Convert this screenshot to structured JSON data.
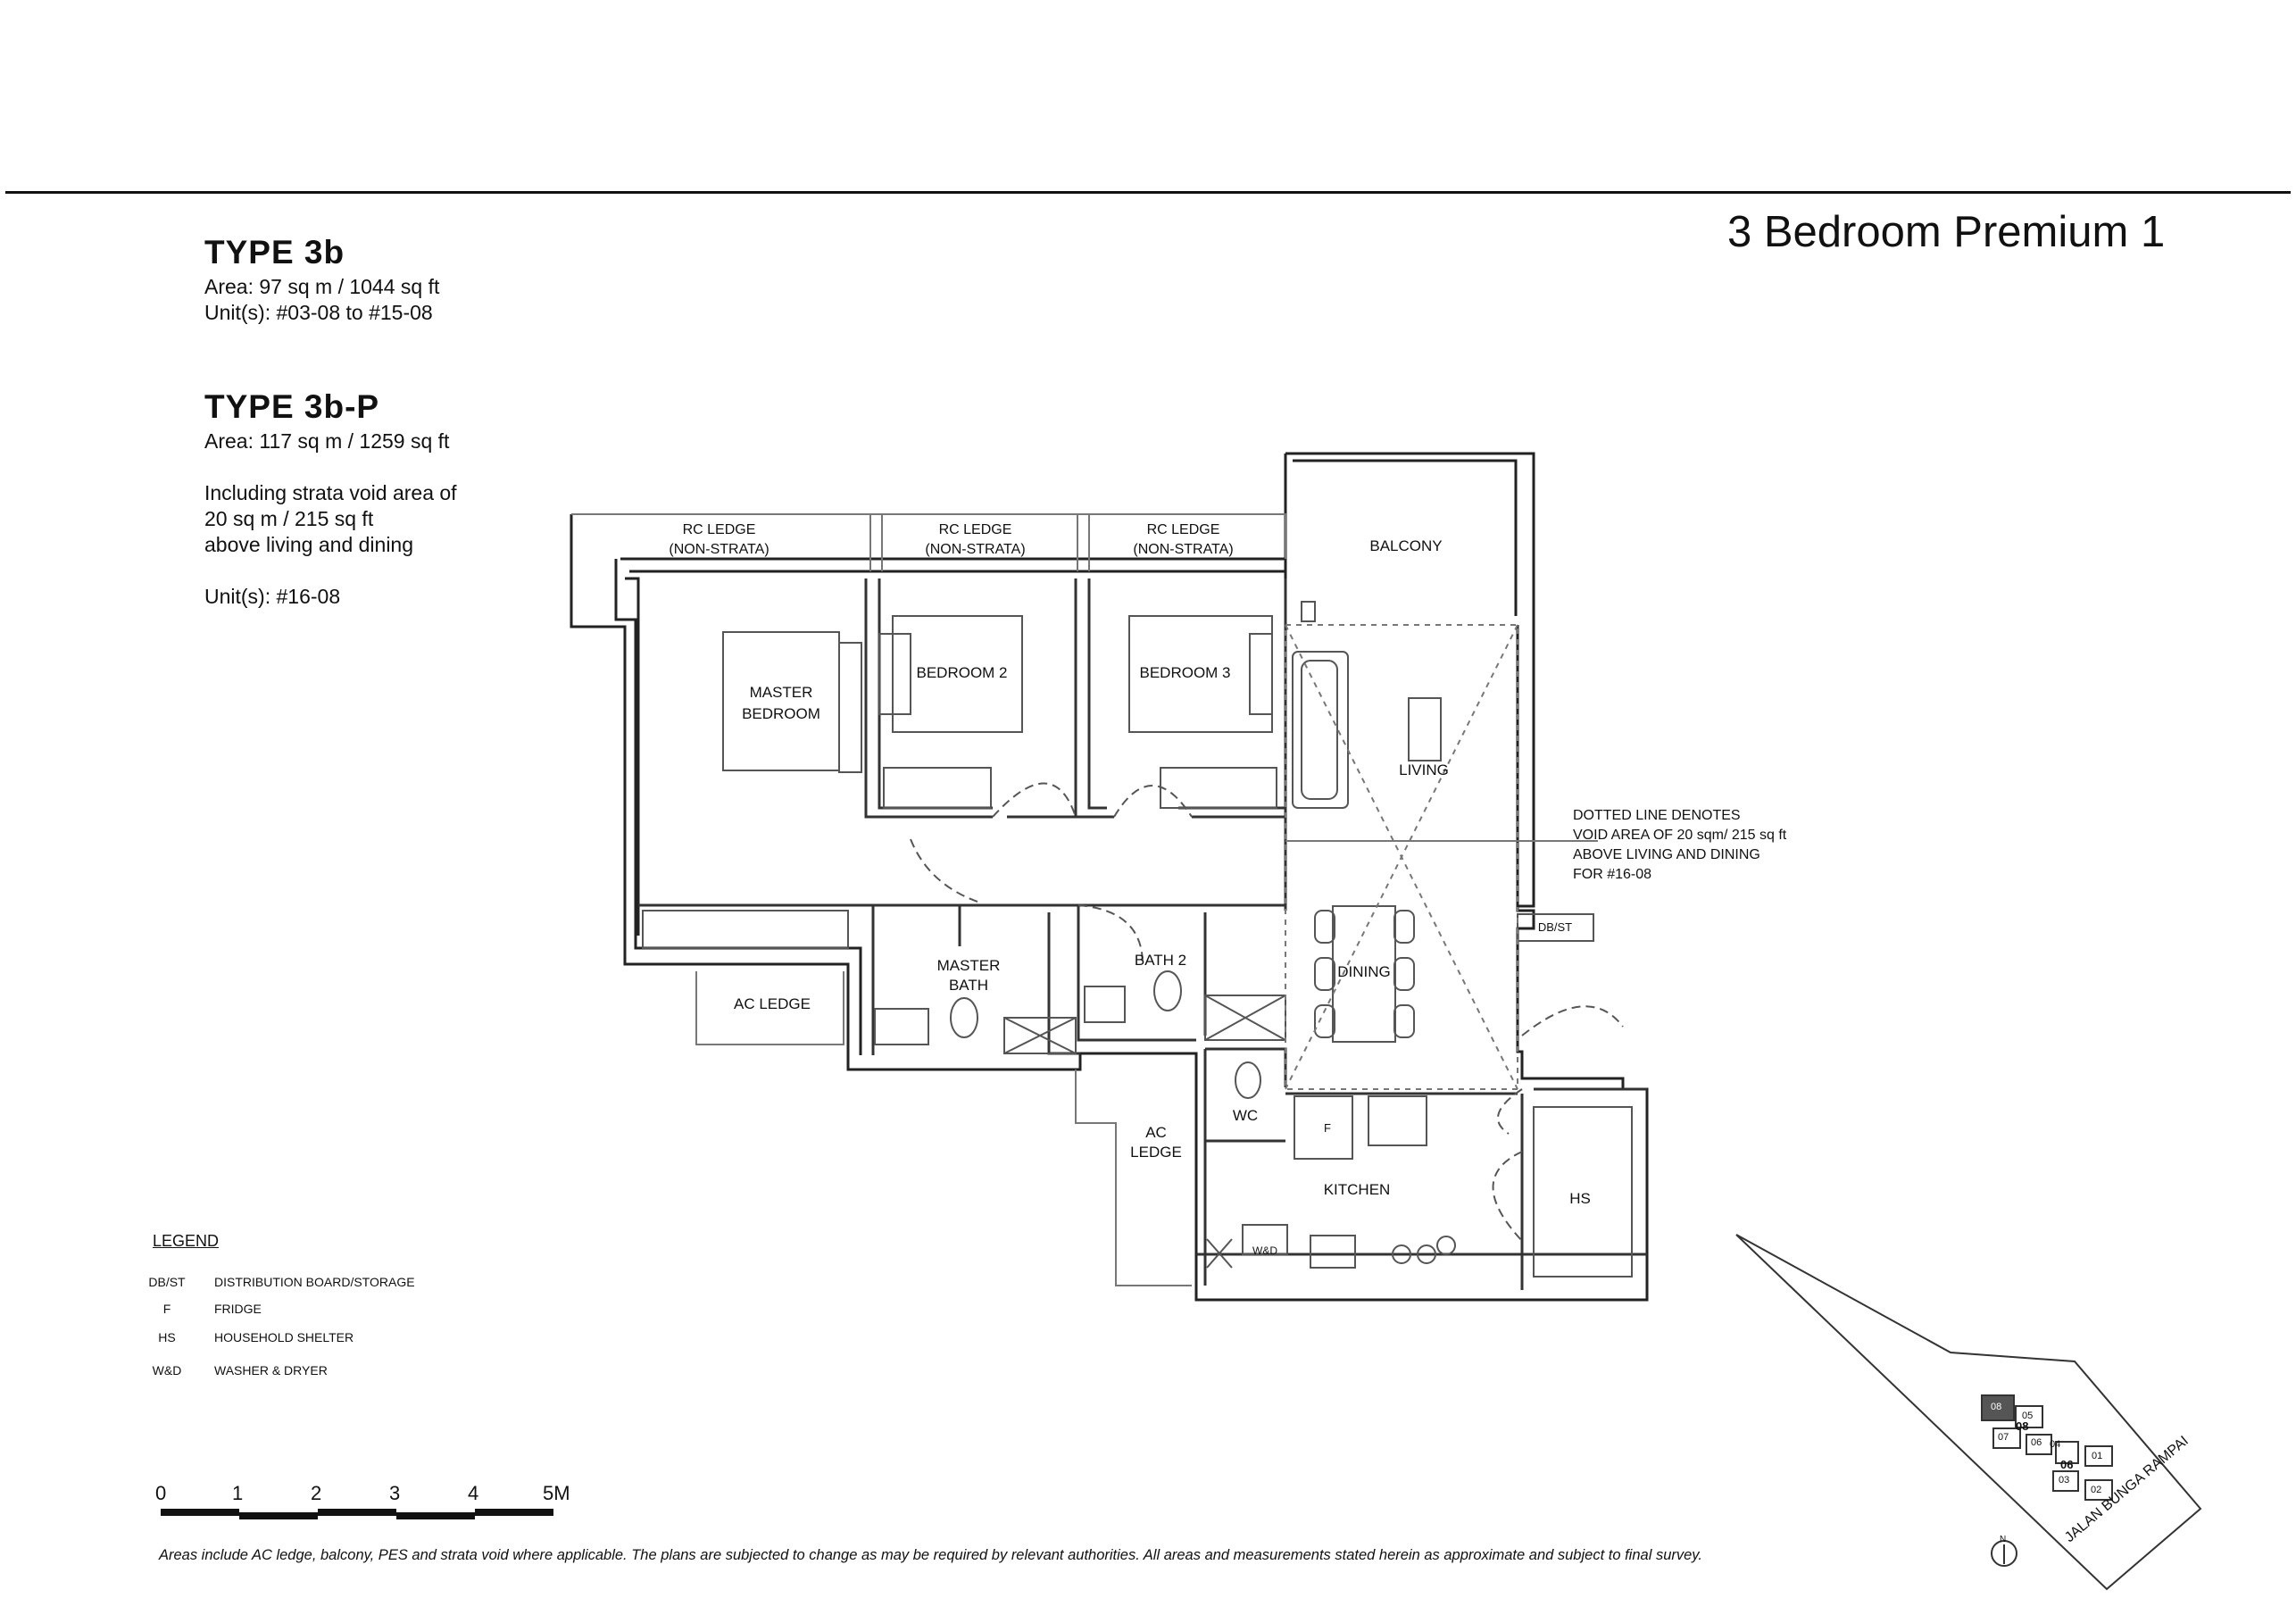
{
  "header": {
    "title": "3 Bedroom Premium 1"
  },
  "types": [
    {
      "name": "TYPE  3b",
      "lines": [
        "Area: 97 sq m / 1044 sq ft",
        "Unit(s): #03-08 to #15-08"
      ]
    },
    {
      "name": "TYPE  3b-P",
      "lines": [
        "Area: 117 sq m / 1259 sq ft",
        "",
        "Including strata void area of",
        "20 sq m / 215 sq ft",
        "above living and dining",
        "",
        "Unit(s): #16-08"
      ]
    }
  ],
  "rooms": {
    "rc_ledge_1": [
      "RC LEDGE",
      "(NON-STRATA)"
    ],
    "rc_ledge_2": [
      "RC LEDGE",
      "(NON-STRATA)"
    ],
    "rc_ledge_3": [
      "RC LEDGE",
      "(NON-STRATA)"
    ],
    "balcony": [
      "BALCONY"
    ],
    "master_bedroom": [
      "MASTER",
      "BEDROOM"
    ],
    "bedroom_2": [
      "BEDROOM 2"
    ],
    "bedroom_3": [
      "BEDROOM 3"
    ],
    "living": [
      "LIVING"
    ],
    "dining": [
      "DINING"
    ],
    "master_bath": [
      "MASTER",
      "BATH"
    ],
    "bath_2": [
      "BATH 2"
    ],
    "ac_ledge_1": [
      "AC LEDGE"
    ],
    "ac_ledge_2": [
      "AC",
      "LEDGE"
    ],
    "wc": [
      "WC"
    ],
    "kitchen": [
      "KITCHEN"
    ],
    "hs": [
      "HS"
    ],
    "dbst": [
      "DB/ST"
    ],
    "fridge": [
      "F"
    ],
    "wd": [
      "W&D"
    ]
  },
  "void_note": [
    "DOTTED LINE DENOTES",
    "VOID AREA OF 20 sqm/ 215 sq ft",
    "ABOVE LIVING AND DINING",
    "FOR #16-08"
  ],
  "legend": {
    "title": "LEGEND",
    "items": [
      {
        "abbr": "DB/ST",
        "desc": "DISTRIBUTION BOARD/STORAGE"
      },
      {
        "abbr": "F",
        "desc": "FRIDGE"
      },
      {
        "abbr": "HS",
        "desc": "HOUSEHOLD SHELTER"
      },
      {
        "abbr": "W&D",
        "desc": "WASHER & DRYER"
      }
    ]
  },
  "scale": {
    "labels": [
      "0",
      "1",
      "2",
      "3",
      "4",
      "5M"
    ]
  },
  "keyplan": {
    "units": [
      "08",
      "05",
      "07",
      "04",
      "06",
      "01",
      "03",
      "02"
    ],
    "block_labels": [
      "08",
      "06"
    ],
    "road": "JALAN BUNGA RAMPAI",
    "north": "N"
  },
  "footnote": "Areas include AC ledge, balcony, PES and strata void where applicable. The plans are subjected to change as may be required by relevant authorities. All areas and measurements stated herein as approximate and subject to final survey.",
  "colors": {
    "ink": "#111111",
    "line": "#333333",
    "grey": "#777777",
    "highlight": "#555555"
  }
}
